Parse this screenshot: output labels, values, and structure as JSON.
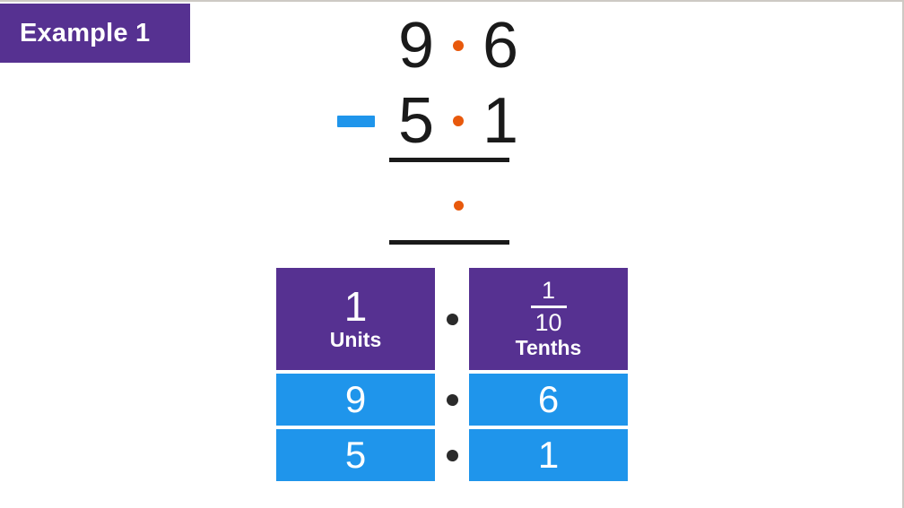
{
  "badge": {
    "label": "Example 1"
  },
  "colors": {
    "purple": "#563191",
    "blue": "#1f95eb",
    "orange": "#e8590c",
    "dark": "#1a1a1a",
    "white": "#ffffff",
    "background": "#ffffff"
  },
  "calculation": {
    "minuend": {
      "units": "9",
      "tenths": "6",
      "decimal_point": "."
    },
    "operator": "−",
    "subtrahend": {
      "units": "5",
      "tenths": "1",
      "decimal_point": "."
    },
    "answer": {
      "units": "",
      "tenths": "",
      "decimal_point": "."
    },
    "expression": "9.6 − 5.1"
  },
  "place_value_table": {
    "header": {
      "units": {
        "symbol": "1",
        "label": "Units"
      },
      "separator": ".",
      "tenths": {
        "numerator": "1",
        "denominator": "10",
        "label": "Tenths"
      }
    },
    "rows": [
      {
        "units": "9",
        "separator": ".",
        "tenths": "6"
      },
      {
        "units": "5",
        "separator": ".",
        "tenths": "1"
      }
    ]
  },
  "icons": {
    "decimal-point": "decimal-point-dot",
    "minus": "minus-bar-icon"
  }
}
